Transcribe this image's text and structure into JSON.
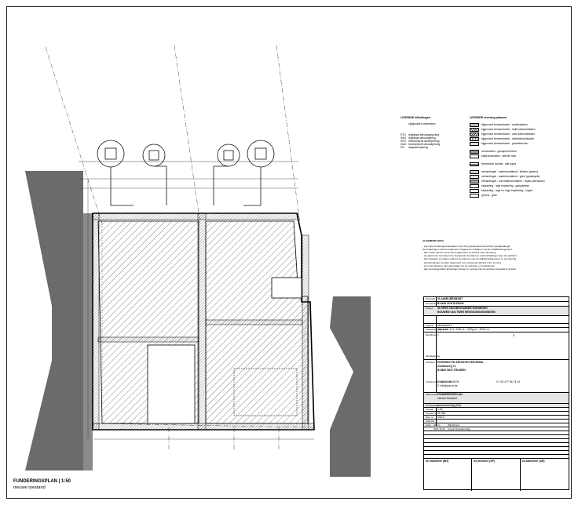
{
  "drawing": {
    "title": "FUNDERINGSPLAN | 1:50",
    "subtitle": "nieuwe toestand"
  },
  "legend_left": {
    "header": "LEGENDE afkortingen",
    "items": [
      "opfiguratie hoekmarken",
      "regelbaar benzangmpeling",
      "regelbaar alhoudpening",
      "mechanische afvoerpening",
      "mechanische alhoudpening",
      "dauplatronparing"
    ],
    "codes": [
      "RTO",
      "RAO",
      "MTO",
      "MAO",
      "DO"
    ]
  },
  "legend_right": {
    "header": "LEGENDE arcering plannen",
    "items": [
      "bijgevoerd bereemdwerk - snelbeperken",
      "bijgevoerd bereemdwerk - halfe karbonblokken",
      "bijgevoerd bereemdwerk - volle karbonblokken",
      "bijgevoerd bereemdwerk - cellenbetonblokken",
      "bijgevoerd bereemdwerk - gevelisteenen",
      "constructies - gewapend beton",
      "balkkonstructies - beerde hout",
      "thermische isolatie - alle types",
      "verhardingen - waterdoorlatend - klinkers (pieten)",
      "verhardingen - waterdoorlatend - grind (grastegels)",
      "verhardingen - niet waterdoorlatend - tegels (terrassen)",
      "beplanting - lage beplanting - graspseizen",
      "beplanting - lage en hoge beplanting - hagen",
      "groene - gras"
    ]
  },
  "notes": {
    "header": "ALGEMENE NOTA",
    "lines": [
      "- voor alle funderingsonderdelen moet het grondonderzoek worden geraadpleegd",
      "  de funderingen worden uitgevoerd volgens de richtlijnen van de stabiliteitsingenieur",
      "- alle maten dienen op de werf nagemeten te worden voor uitvoering",
      "- de aannemer controleert de bestaande toestand en meldt afwijkingen aan de architect",
      "- alle leidingen en putten volgens de plannen van de stabiliteitsingenieur en de riolering",
      "- afvoerleidingen worden uitgevoerd met voldoende afschot (min. 1cm/m)",
      "- voor het afvoeren van regenwater zie de riolering- en rioolplannen",
      "- alle niet aangeduide afmetingen dienen in overleg met de architect bepaald te worden"
    ]
  },
  "title_block": {
    "provincie_label": "Provincie",
    "provincie": "VLAAMS-BRABANT",
    "gemeente_label": "Gemeente",
    "gemeente": "B-3440   ZOUTLEEUW",
    "project_label": "Project",
    "project_line1": "SLOPEN VAN BESTAANDE WONINGEN",
    "project_line2": "BOUWEN VAN TWEE EENGEZINSWONINGEN",
    "ligging_label": "Ligging",
    "ligging": "Nieuwland 2",
    "kadaster_label": "Kadastrale gegevens",
    "kadaster": "afd. 1    sie. A   nr. 429e nr. / 429g nr. / 429m nr.",
    "bouwheer_label": "Bouwheer",
    "bouwheer_value": "1",
    "handtekening_label": "handtekening",
    "architect_label": "Architect",
    "architect_name": "PATERNOTTE ARCHITECTEN BVBA",
    "architect_street": "Gootsmeeg 71",
    "architect_city": "B-3800   SINT-TRUIDEN",
    "architect_reg_label": "Architect NR/ORDE/TCB",
    "architect_tel": "T  +32 11 68 08 09",
    "architect_gsm": "G  +32 477 56 74 44",
    "architect_mail": "E  info@par-ar.be",
    "plan_label": "Planinhoud",
    "plan_name": "FUNDERINGSPLAN",
    "plan_state": "nieuwe toestand",
    "fase_label": "Ontwerpfase",
    "fase": "bouwaanvraag (BA)",
    "schaal_label": "Schaal",
    "schaal": "1:50",
    "dossier_label": "Dossier nr",
    "dossier": "21.264",
    "plan_nr_label": "Plan nr",
    "plan_nr": "03/13",
    "cad_label": "CAD-file",
    "index_header": "index",
    "datum_header": "datum",
    "wijziging_header": "Wijzigingen",
    "revision_date": "2021.10.22",
    "revision_text": "vergunningsaanvraag",
    "sig_bouwheer": "de bouwheer (BH)",
    "sig_architect": "de architect (SP)",
    "sig_aannemer": "de aannemer (AR)"
  }
}
